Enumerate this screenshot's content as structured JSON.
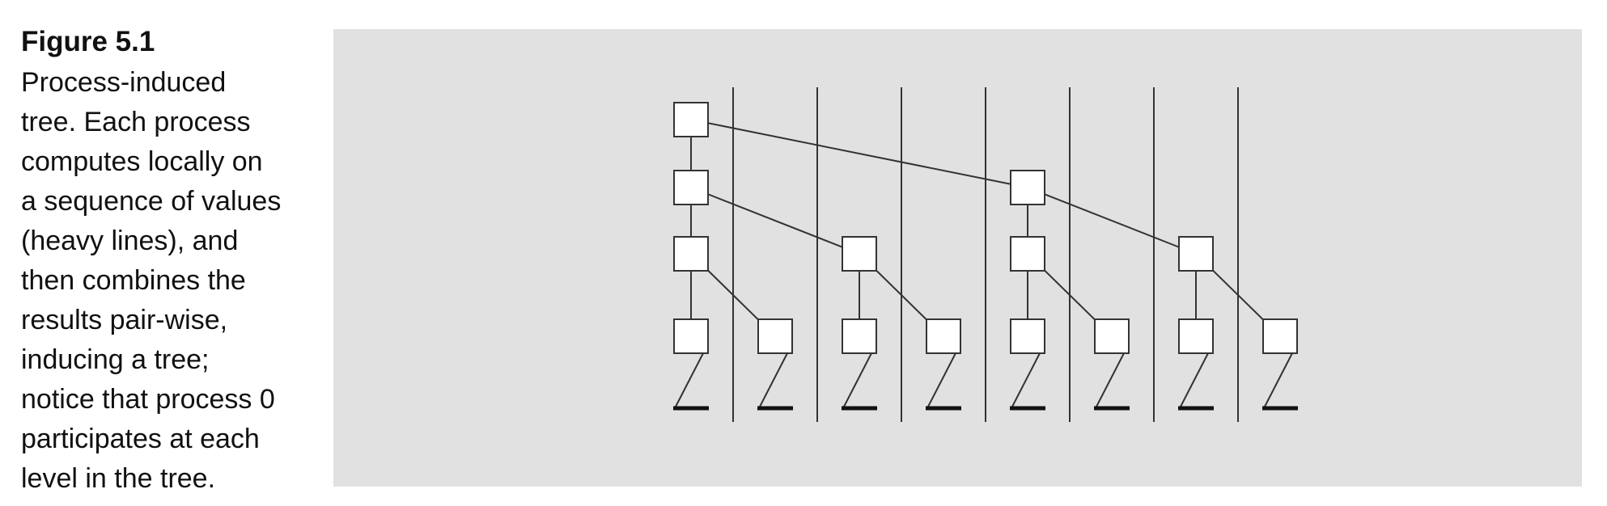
{
  "figure": {
    "label": "Figure 5.1",
    "caption_lines": [
      "Process-induced",
      "tree. Each process",
      "computes locally on",
      "a sequence of values",
      "(heavy lines), and",
      "then combines the",
      "results pair-wise,",
      "inducing a tree;",
      "notice that process 0",
      "participates at each",
      "level in the tree."
    ]
  },
  "diagram": {
    "process_count": 8,
    "levels": 4,
    "colors": {
      "panel_background": "#e1e1e1",
      "line": "#333333",
      "heavy_line": "#111111",
      "node_fill": "#ffffff"
    }
  }
}
